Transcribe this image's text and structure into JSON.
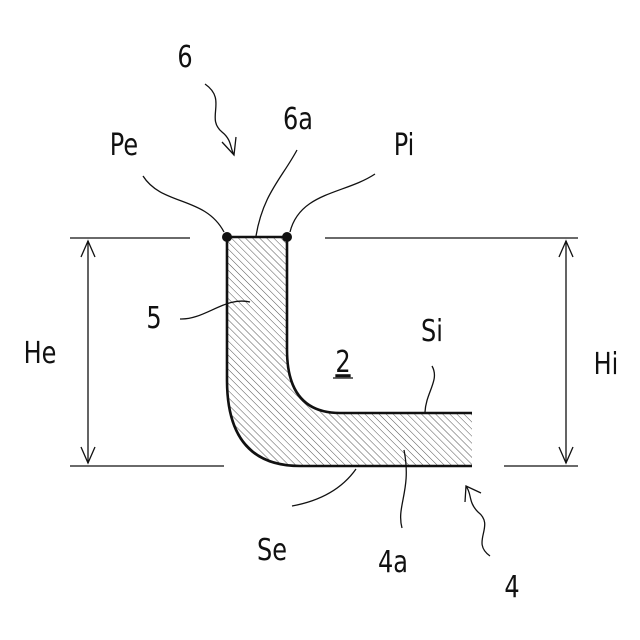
{
  "labels": {
    "part_6": "6",
    "part_6a": "6a",
    "point_pe": "Pe",
    "point_pi": "Pi",
    "part_5": "5",
    "space_2": "2",
    "surface_si": "Si",
    "height_he": "He",
    "height_hi": "Hi",
    "surface_se": "Se",
    "part_4a": "4a",
    "part_4": "4"
  },
  "colors": {
    "ink": "#111111",
    "hatch": "#555555",
    "background": "#ffffff"
  }
}
